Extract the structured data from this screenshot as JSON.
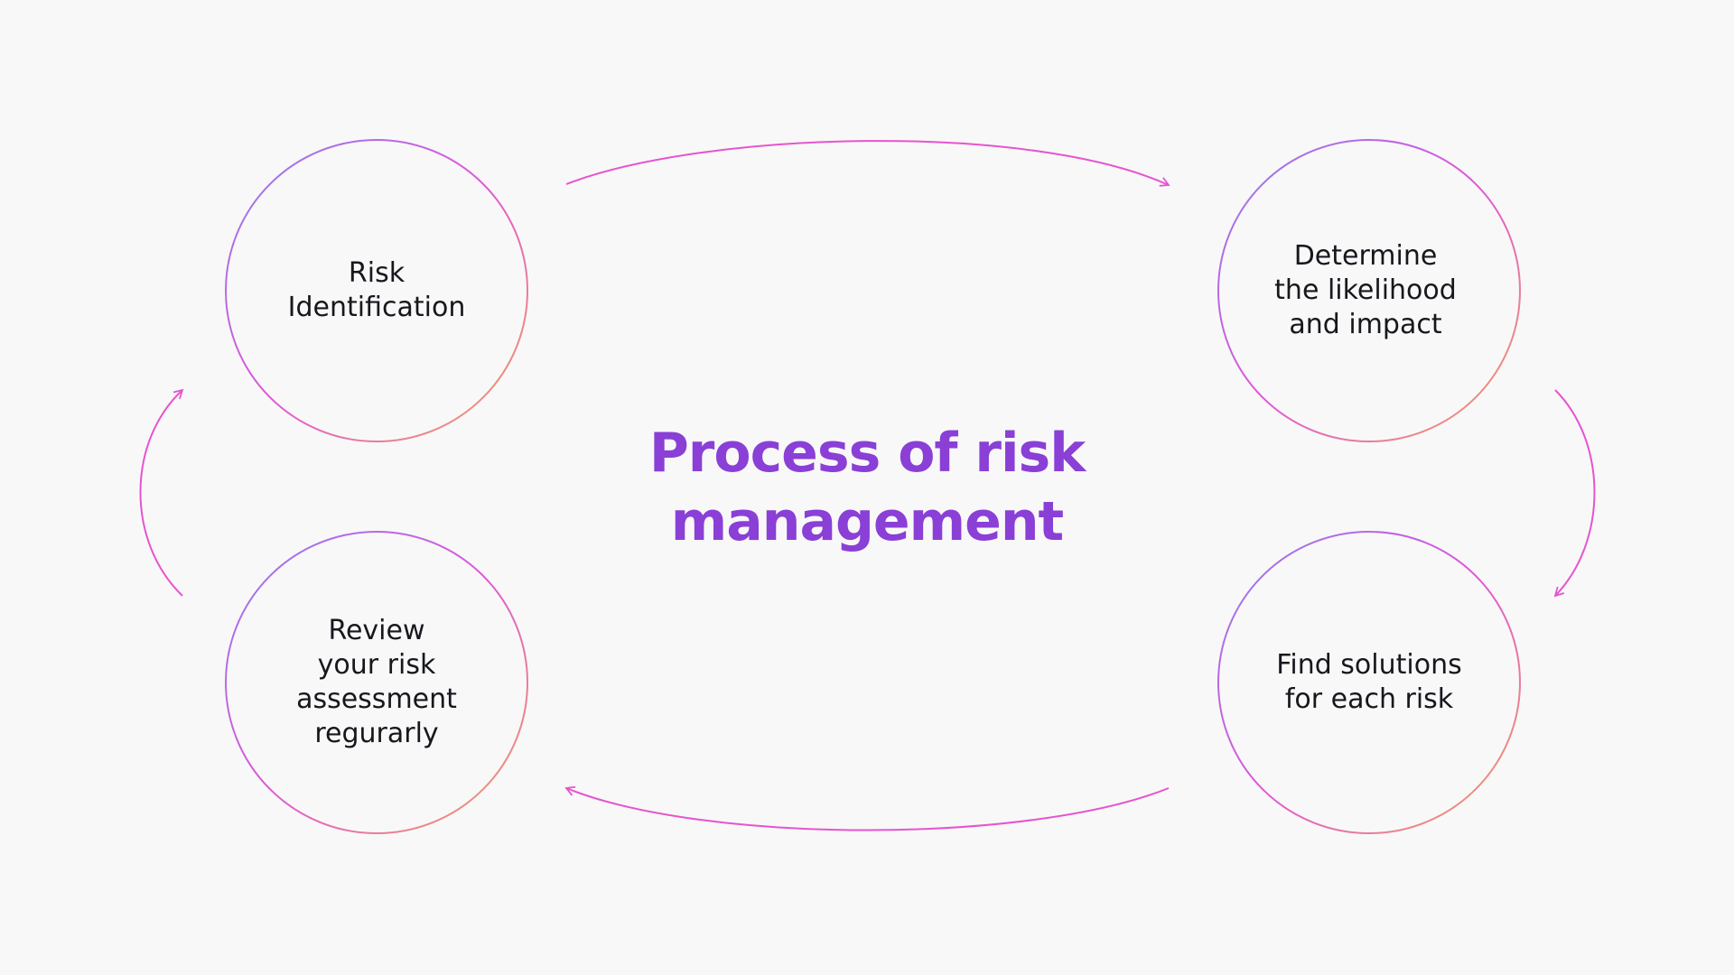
{
  "diagram": {
    "title": "Process of risk\nmanagement",
    "steps": [
      {
        "label": "Risk\nIdentification"
      },
      {
        "label": "Determine\nthe likelihood\nand impact"
      },
      {
        "label": "Find solutions\nfor each risk"
      },
      {
        "label": "Review\nyour risk\nassessment\nregurarly"
      }
    ]
  },
  "colors": {
    "background": "#f8f8f8",
    "title": "#8a3fd6",
    "text": "#16181d",
    "arrow": "#e654d0",
    "ring_purple": "#8f7df0",
    "ring_magenta": "#e056d8",
    "ring_orange": "#f2a35a"
  }
}
